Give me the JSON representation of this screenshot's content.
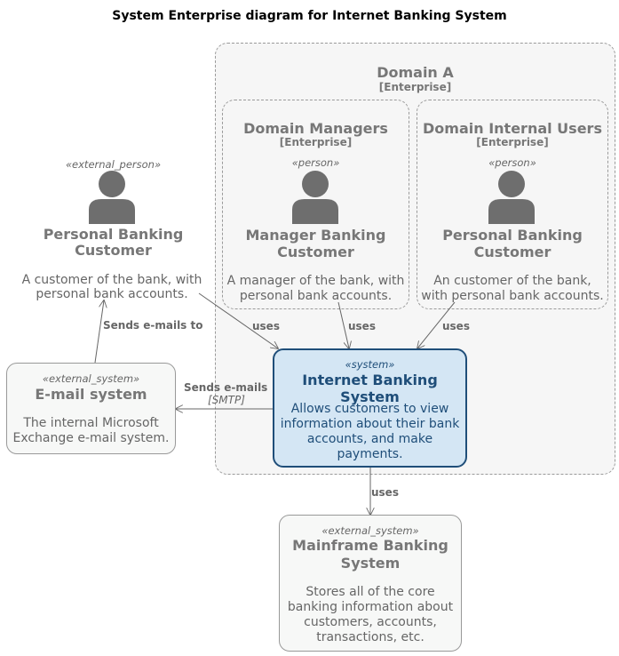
{
  "diagram": {
    "title": "System Enterprise diagram for Internet Banking System",
    "boundaries": {
      "domain_a": {
        "name": "Domain A",
        "type": "[Enterprise]"
      },
      "domain_managers": {
        "name": "Domain Managers",
        "type": "[Enterprise]"
      },
      "domain_internal": {
        "name": "Domain Internal Users",
        "type": "[Enterprise]"
      }
    },
    "persons": {
      "personal_external": {
        "stereotype": "«external_person»",
        "name_line1": "Personal Banking",
        "name_line2": "Customer",
        "desc_line1": "A customer of the bank, with",
        "desc_line2": "personal bank accounts."
      },
      "manager": {
        "stereotype": "«person»",
        "name_line1": "Manager Banking",
        "name_line2": "Customer",
        "desc_line1": "A manager of the bank, with",
        "desc_line2": "personal bank accounts."
      },
      "personal_internal": {
        "stereotype": "«person»",
        "name_line1": "Personal Banking",
        "name_line2": "Customer",
        "desc_line1": "An customer of the bank,",
        "desc_line2": "with personal bank accounts."
      }
    },
    "systems": {
      "email": {
        "stereotype": "«external_system»",
        "name": "E-mail system",
        "desc_line1": "The internal Microsoft",
        "desc_line2": "Exchange e-mail system."
      },
      "ibs": {
        "stereotype": "«system»",
        "name": "Internet Banking System",
        "desc_line1": "Allows customers to view",
        "desc_line2": "information about their bank",
        "desc_line3": "accounts, and make",
        "desc_line4": "payments."
      },
      "mainframe": {
        "stereotype": "«external_system»",
        "name_line1": "Mainframe Banking",
        "name_line2": "System",
        "desc_line1": "Stores all of the core",
        "desc_line2": "banking information about",
        "desc_line3": "customers, accounts,",
        "desc_line4": "transactions, etc."
      }
    },
    "relations": {
      "personal_uses": "uses",
      "manager_uses": "uses",
      "internal_uses": "uses",
      "sends_emails_to": "Sends e-mails to",
      "sends_emails": "Sends e-mails",
      "sends_emails_tech": "[SMTP]",
      "ibs_uses_mainframe": "uses"
    },
    "colors": {
      "person_icon": "#6e6e6e",
      "system_fill": "#d4e6f4",
      "system_border": "#1f4e79",
      "system_text": "#1f4e79"
    }
  }
}
